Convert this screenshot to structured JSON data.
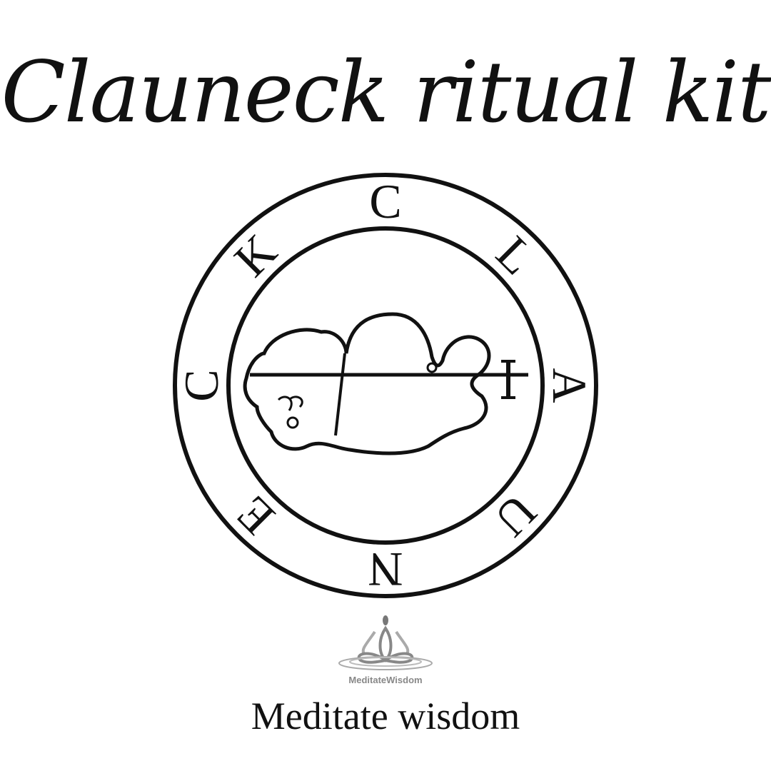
{
  "title": "Clauneck ritual kit",
  "seal": {
    "letters": [
      "C",
      "L",
      "A",
      "U",
      "N",
      "E",
      "C",
      "K"
    ]
  },
  "logo": {
    "text": "MeditateWisdom"
  },
  "tagline": "Meditate wisdom",
  "colors": {
    "ink": "#111111",
    "logo_gray": "#888888",
    "background": "#ffffff"
  }
}
